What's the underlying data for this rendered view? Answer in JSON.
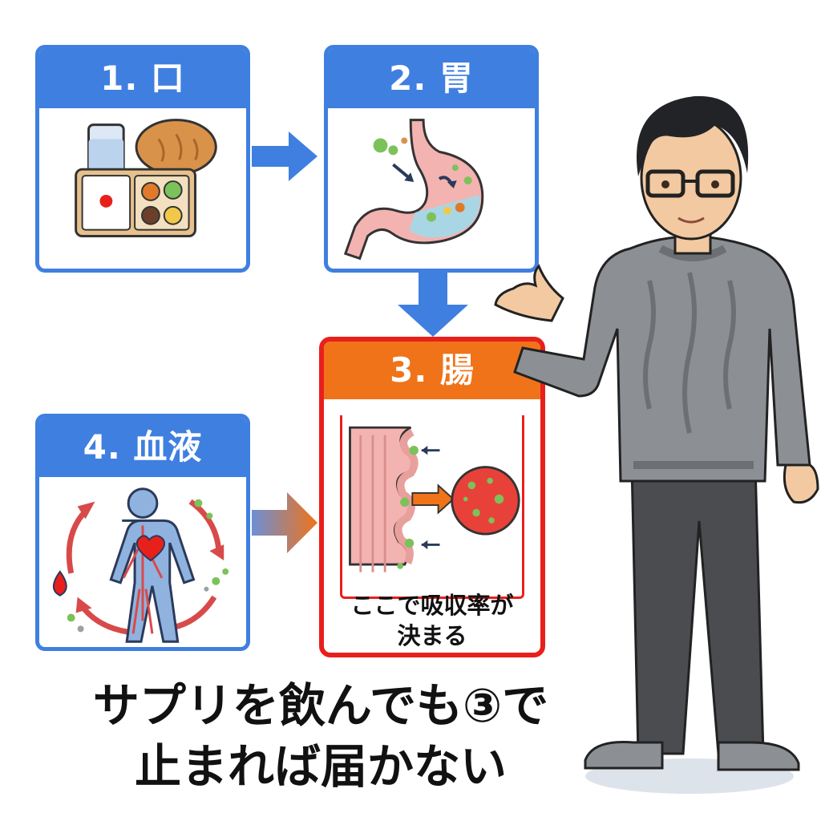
{
  "steps": [
    {
      "label": "1. 口",
      "icon": "food-tray-icon"
    },
    {
      "label": "2. 胃",
      "icon": "stomach-icon"
    },
    {
      "label": "3. 腸",
      "icon": "intestine-absorption-icon"
    },
    {
      "label": "4. 血液",
      "icon": "blood-circulation-icon"
    }
  ],
  "callout": {
    "line1": "ここで吸収率が",
    "line2": "決まる"
  },
  "headline": {
    "line1": "サプリを飲んでも③で",
    "line2": "止まれば届かない"
  },
  "colors": {
    "blue": "#3f7fe0",
    "orange": "#f07319",
    "red": "#e8201c",
    "sweater": "#8c8f94",
    "pants": "#4a4c50"
  },
  "figure": {
    "icon": "presenter-man-illustration"
  }
}
